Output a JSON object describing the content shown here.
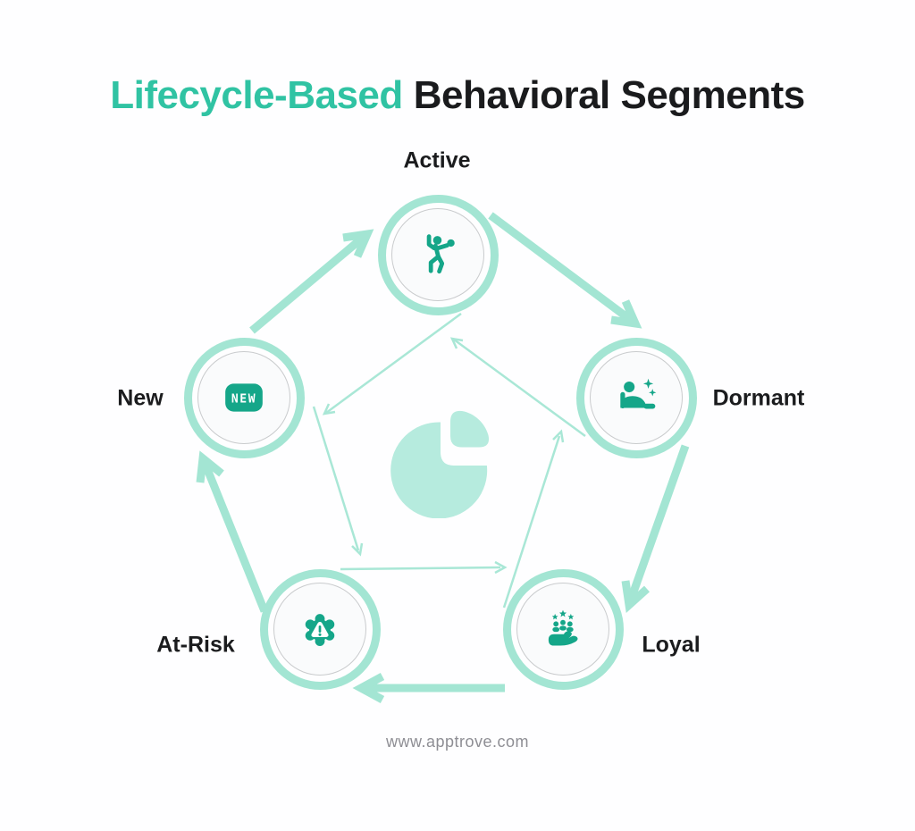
{
  "title": {
    "highlight": "Lifecycle-Based",
    "rest": "Behavioral Segments"
  },
  "nodes": [
    {
      "label": "Active",
      "icon": "player-icon"
    },
    {
      "label": "Dormant",
      "icon": "resting-person-sparkles-icon"
    },
    {
      "label": "Loyal",
      "icon": "hand-holding-customers-icon"
    },
    {
      "label": "At-Risk",
      "icon": "warning-gear-icon"
    },
    {
      "label": "New",
      "icon": "new-badge-icon",
      "badge_text": "NEW"
    }
  ],
  "center": {
    "icon": "pie-chart-icon"
  },
  "flows": {
    "outer_clockwise": [
      "New → Active",
      "Active → Dormant",
      "Dormant → Loyal",
      "Loyal → At-Risk",
      "At-Risk → New"
    ],
    "inner_counterclockwise": [
      "Active → New",
      "New → At-Risk",
      "At-Risk → Loyal",
      "Loyal → Dormant",
      "Dormant → Active"
    ]
  },
  "footer": {
    "website": "www.apptrove.com"
  },
  "colors": {
    "accent_teal": "#30C3A3",
    "icon_teal": "#15A689",
    "ring_mint": "#A3E5D3",
    "pie_mint": "#B6EBDE",
    "text_dark": "#1B1C1E",
    "footer_gray": "#8E8E94"
  }
}
